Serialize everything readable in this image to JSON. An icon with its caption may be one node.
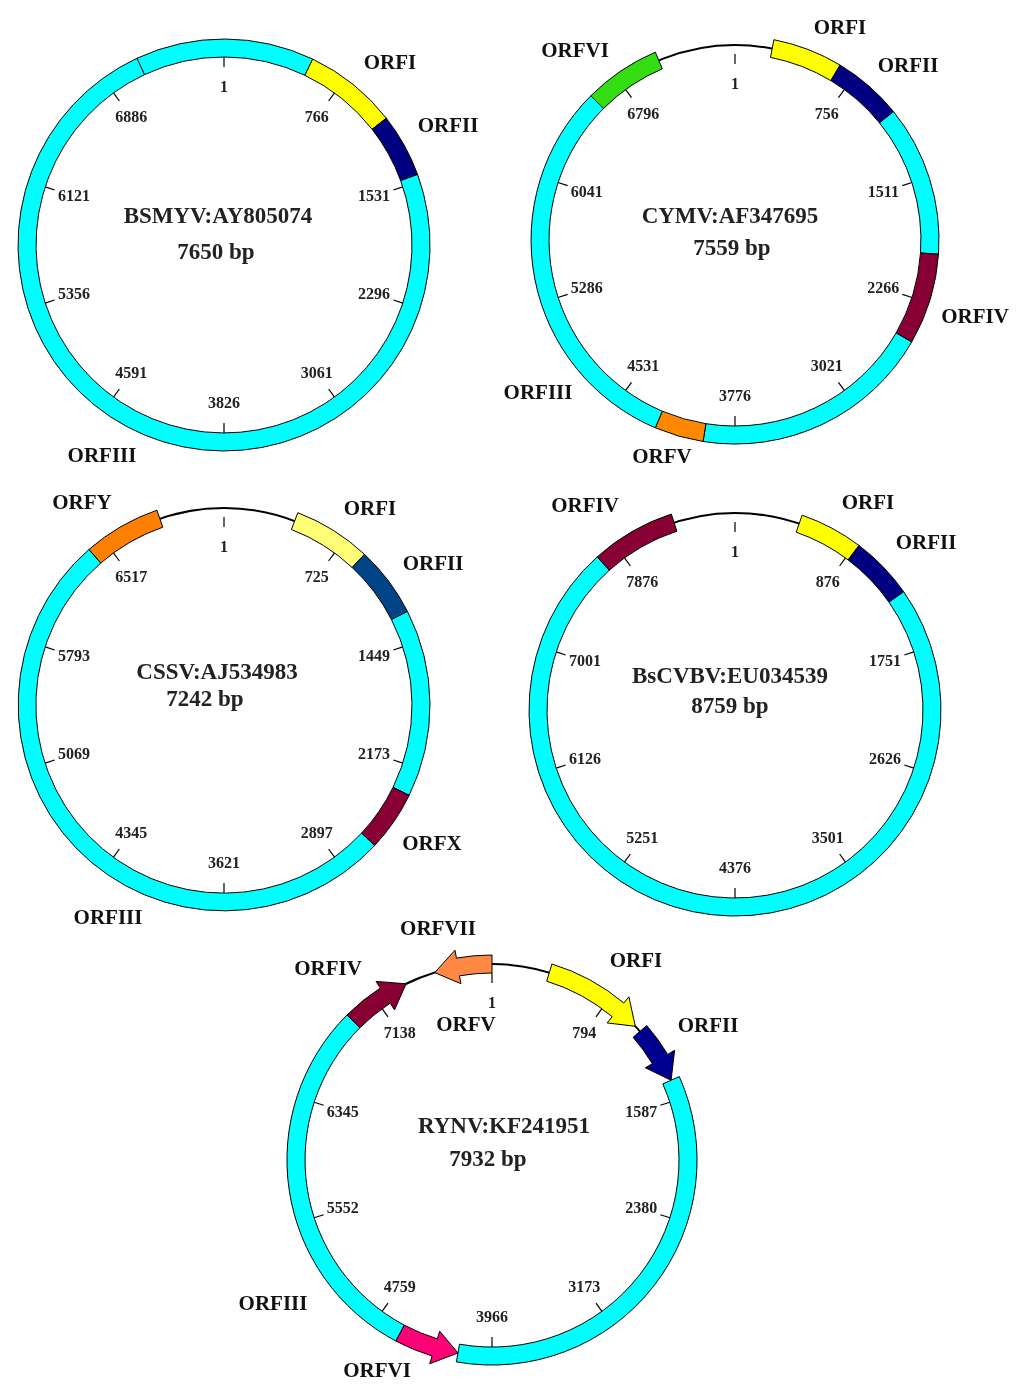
{
  "diagram": {
    "nodes": [
      {
        "text": [
          "1",
          "766",
          "1531",
          "2296",
          "3061",
          "3826",
          "4591",
          "5356",
          "6121",
          "6886",
          "BSMYV:AY805074",
          "7650 bp"
        ],
        "beside": [
          "ORFI",
          "ORFII",
          "ORFIII"
        ]
      },
      {
        "text": [
          "1",
          "756",
          "1511",
          "2266",
          "3021",
          "3776",
          "4531",
          "5286",
          "6041",
          "6796",
          "CYMV:AF347695",
          "7559 bp"
        ],
        "beside": [
          "ORFVI",
          "ORFI",
          "ORFII",
          "ORFIV",
          "ORFIII",
          "ORFV"
        ]
      },
      {
        "text": [
          "1",
          "725",
          "1449",
          "2173",
          "2897",
          "3621",
          "4345",
          "5069",
          "5793",
          "6517",
          "CSSV:AJ534983",
          "7242 bp"
        ],
        "beside": [
          "ORFY",
          "ORFI",
          "ORFII",
          "ORFX",
          "ORFIII"
        ]
      },
      {
        "text": [
          "1",
          "876",
          "1751",
          "2626",
          "3501",
          "4376",
          "5251",
          "6126",
          "7001",
          "7876",
          "BsCVBV:EU034539",
          "8759 bp"
        ],
        "beside": [
          "ORFIV",
          "ORFI",
          "ORFII"
        ]
      },
      {
        "text": [
          "1",
          "794",
          "1587",
          "2380",
          "3173",
          "3966",
          "4759",
          "5552",
          "6345",
          "7138",
          "RYNV:KF241951",
          "7932 bp",
          "ORFV"
        ],
        "beside": [
          "ORFVII",
          "ORFIV",
          "ORFI",
          "ORFII",
          "ORFIII",
          "ORFVI"
        ]
      }
    ]
  }
}
